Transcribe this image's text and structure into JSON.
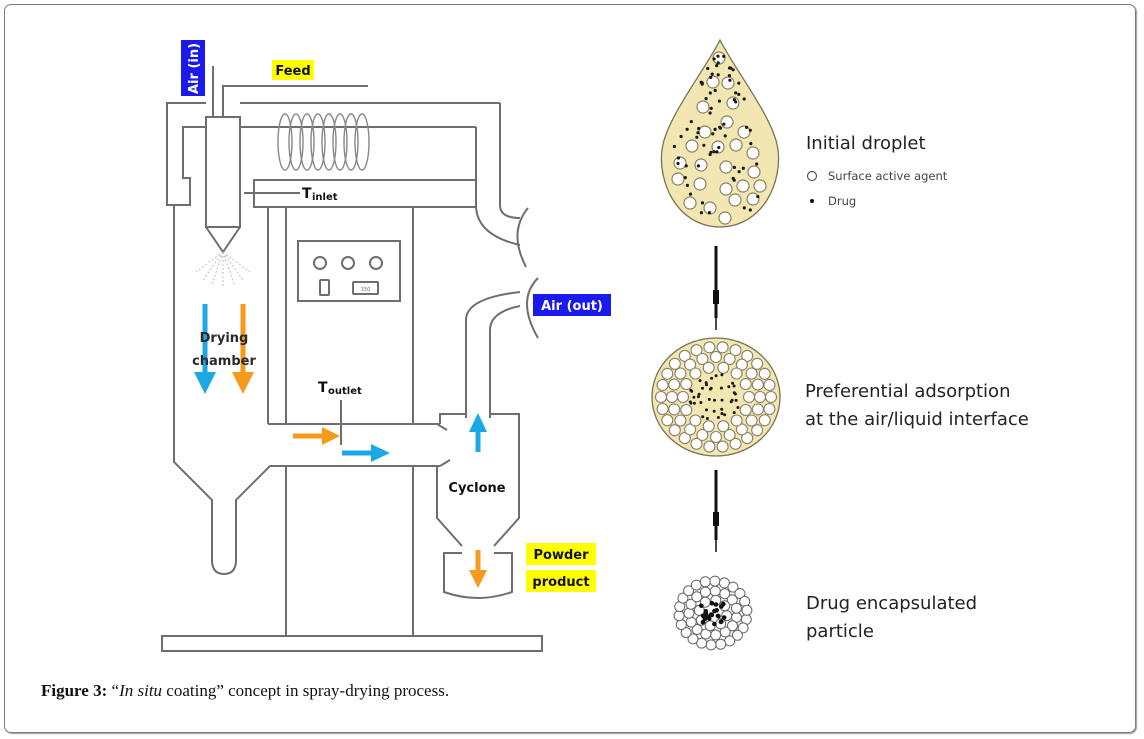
{
  "figure": {
    "caption": {
      "label": "Figure 3:",
      "quote_open": " “",
      "italic": "In situ",
      "rest": " coating” concept in spray-drying process."
    }
  },
  "apparatus": {
    "labels": {
      "air_in": "Air (in)",
      "feed": "Feed",
      "t_inlet_main": "T",
      "t_inlet_sub": "inlet",
      "t_outlet_main": "T",
      "t_outlet_sub": "outlet",
      "drying_line1": "Drying",
      "drying_line2": "chamber",
      "air_out": "Air (out)",
      "cyclone": "Cyclone",
      "powder_line1": "Powder",
      "powder_line2": "product",
      "panel_display": "150"
    },
    "colors": {
      "line": "#6e6e6e",
      "air_label_bg": "#1a1aee",
      "highlight_bg": "#ffff00",
      "arrow_blue": "#1ba8e4",
      "arrow_orange": "#f59a1b"
    }
  },
  "stages": {
    "initial": {
      "title": "Initial droplet",
      "legend": [
        {
          "icon": "open-circle",
          "label": "Surface active agent"
        },
        {
          "icon": "dot",
          "label": "Drug"
        }
      ]
    },
    "adsorption": {
      "title_line1": "Preferential adsorption",
      "title_line2": "at the air/liquid interface"
    },
    "encapsulated": {
      "title_line1": "Drug encapsulated",
      "title_line2": "particle"
    },
    "colors": {
      "droplet_fill": "#f2e6b3",
      "droplet_stroke": "#7a7154",
      "drug_dot": "#1a1a1a"
    }
  }
}
